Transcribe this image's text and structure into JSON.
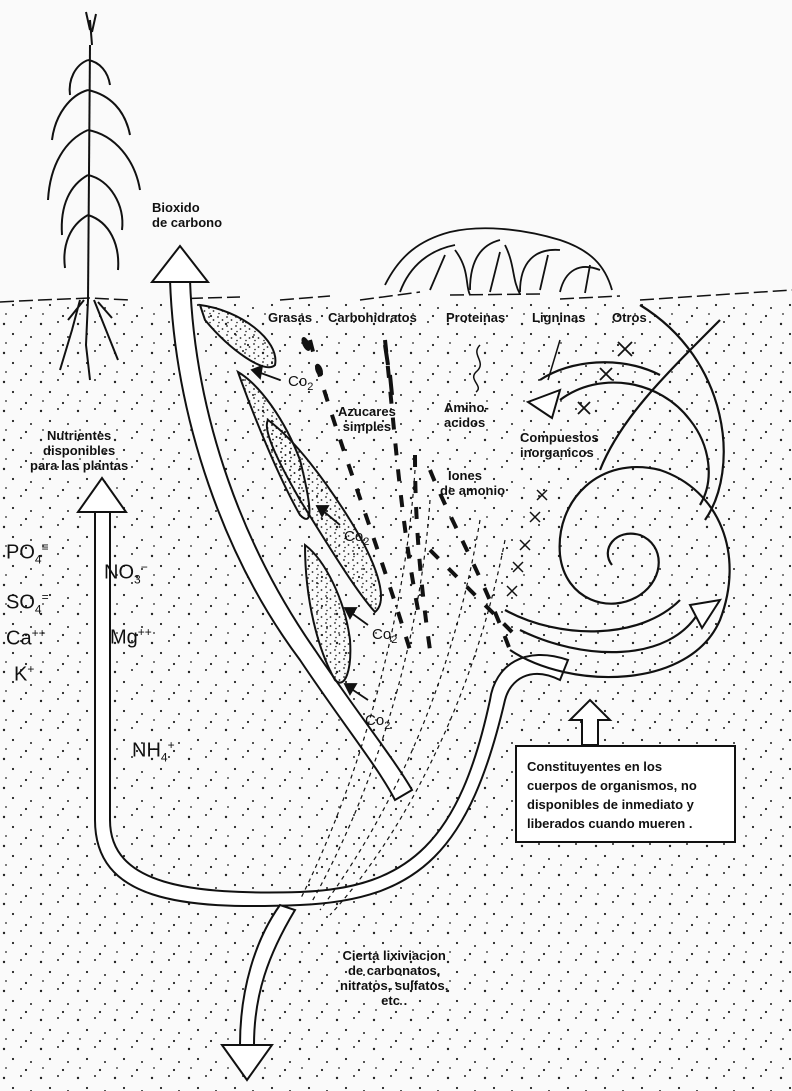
{
  "labels": {
    "bioxido": [
      "Bioxido",
      "de carbono"
    ],
    "grasas": "Grasas",
    "carbohidratos": "Carbohidratos",
    "proteinas": "Proteinas",
    "ligninas": "Ligninas",
    "otros": "Otros",
    "azucares": [
      "Azucares",
      "simples"
    ],
    "aminoacidos": [
      "Amino-",
      "acidos"
    ],
    "compuestos": [
      "Compuestos",
      "inorganicos"
    ],
    "iones": [
      "Iones",
      "de amonio"
    ],
    "nutrientes": [
      "Nutrientes",
      "disponibles",
      "para las plantas"
    ],
    "constituyentes": [
      "Constituyentes en los",
      "cuerpos de organismos, no",
      "disponibles de inmediato y",
      "liberados cuando mueren ."
    ],
    "lixiviacion": [
      "Cierta lixiviacion",
      "de carbonatos,",
      "nitratos, sulfatos,",
      "etc ."
    ]
  },
  "co2": {
    "base": "Co",
    "sub": "2"
  },
  "ions": [
    {
      "base": "PO",
      "sub": "4",
      "sup": "≡"
    },
    {
      "base": "NO",
      "sub": "3",
      "sup": "−"
    },
    {
      "base": "SO",
      "sub": "4",
      "sup": "="
    },
    {
      "base": "Ca",
      "sub": "",
      "sup": "++"
    },
    {
      "base": "Mg",
      "sub": "",
      "sup": "++"
    },
    {
      "base": "K",
      "sub": "",
      "sup": "+"
    },
    {
      "base": "NH",
      "sub": "4",
      "sup": "+"
    }
  ],
  "colors": {
    "ink": "#111111",
    "paper": "#fafafa"
  }
}
